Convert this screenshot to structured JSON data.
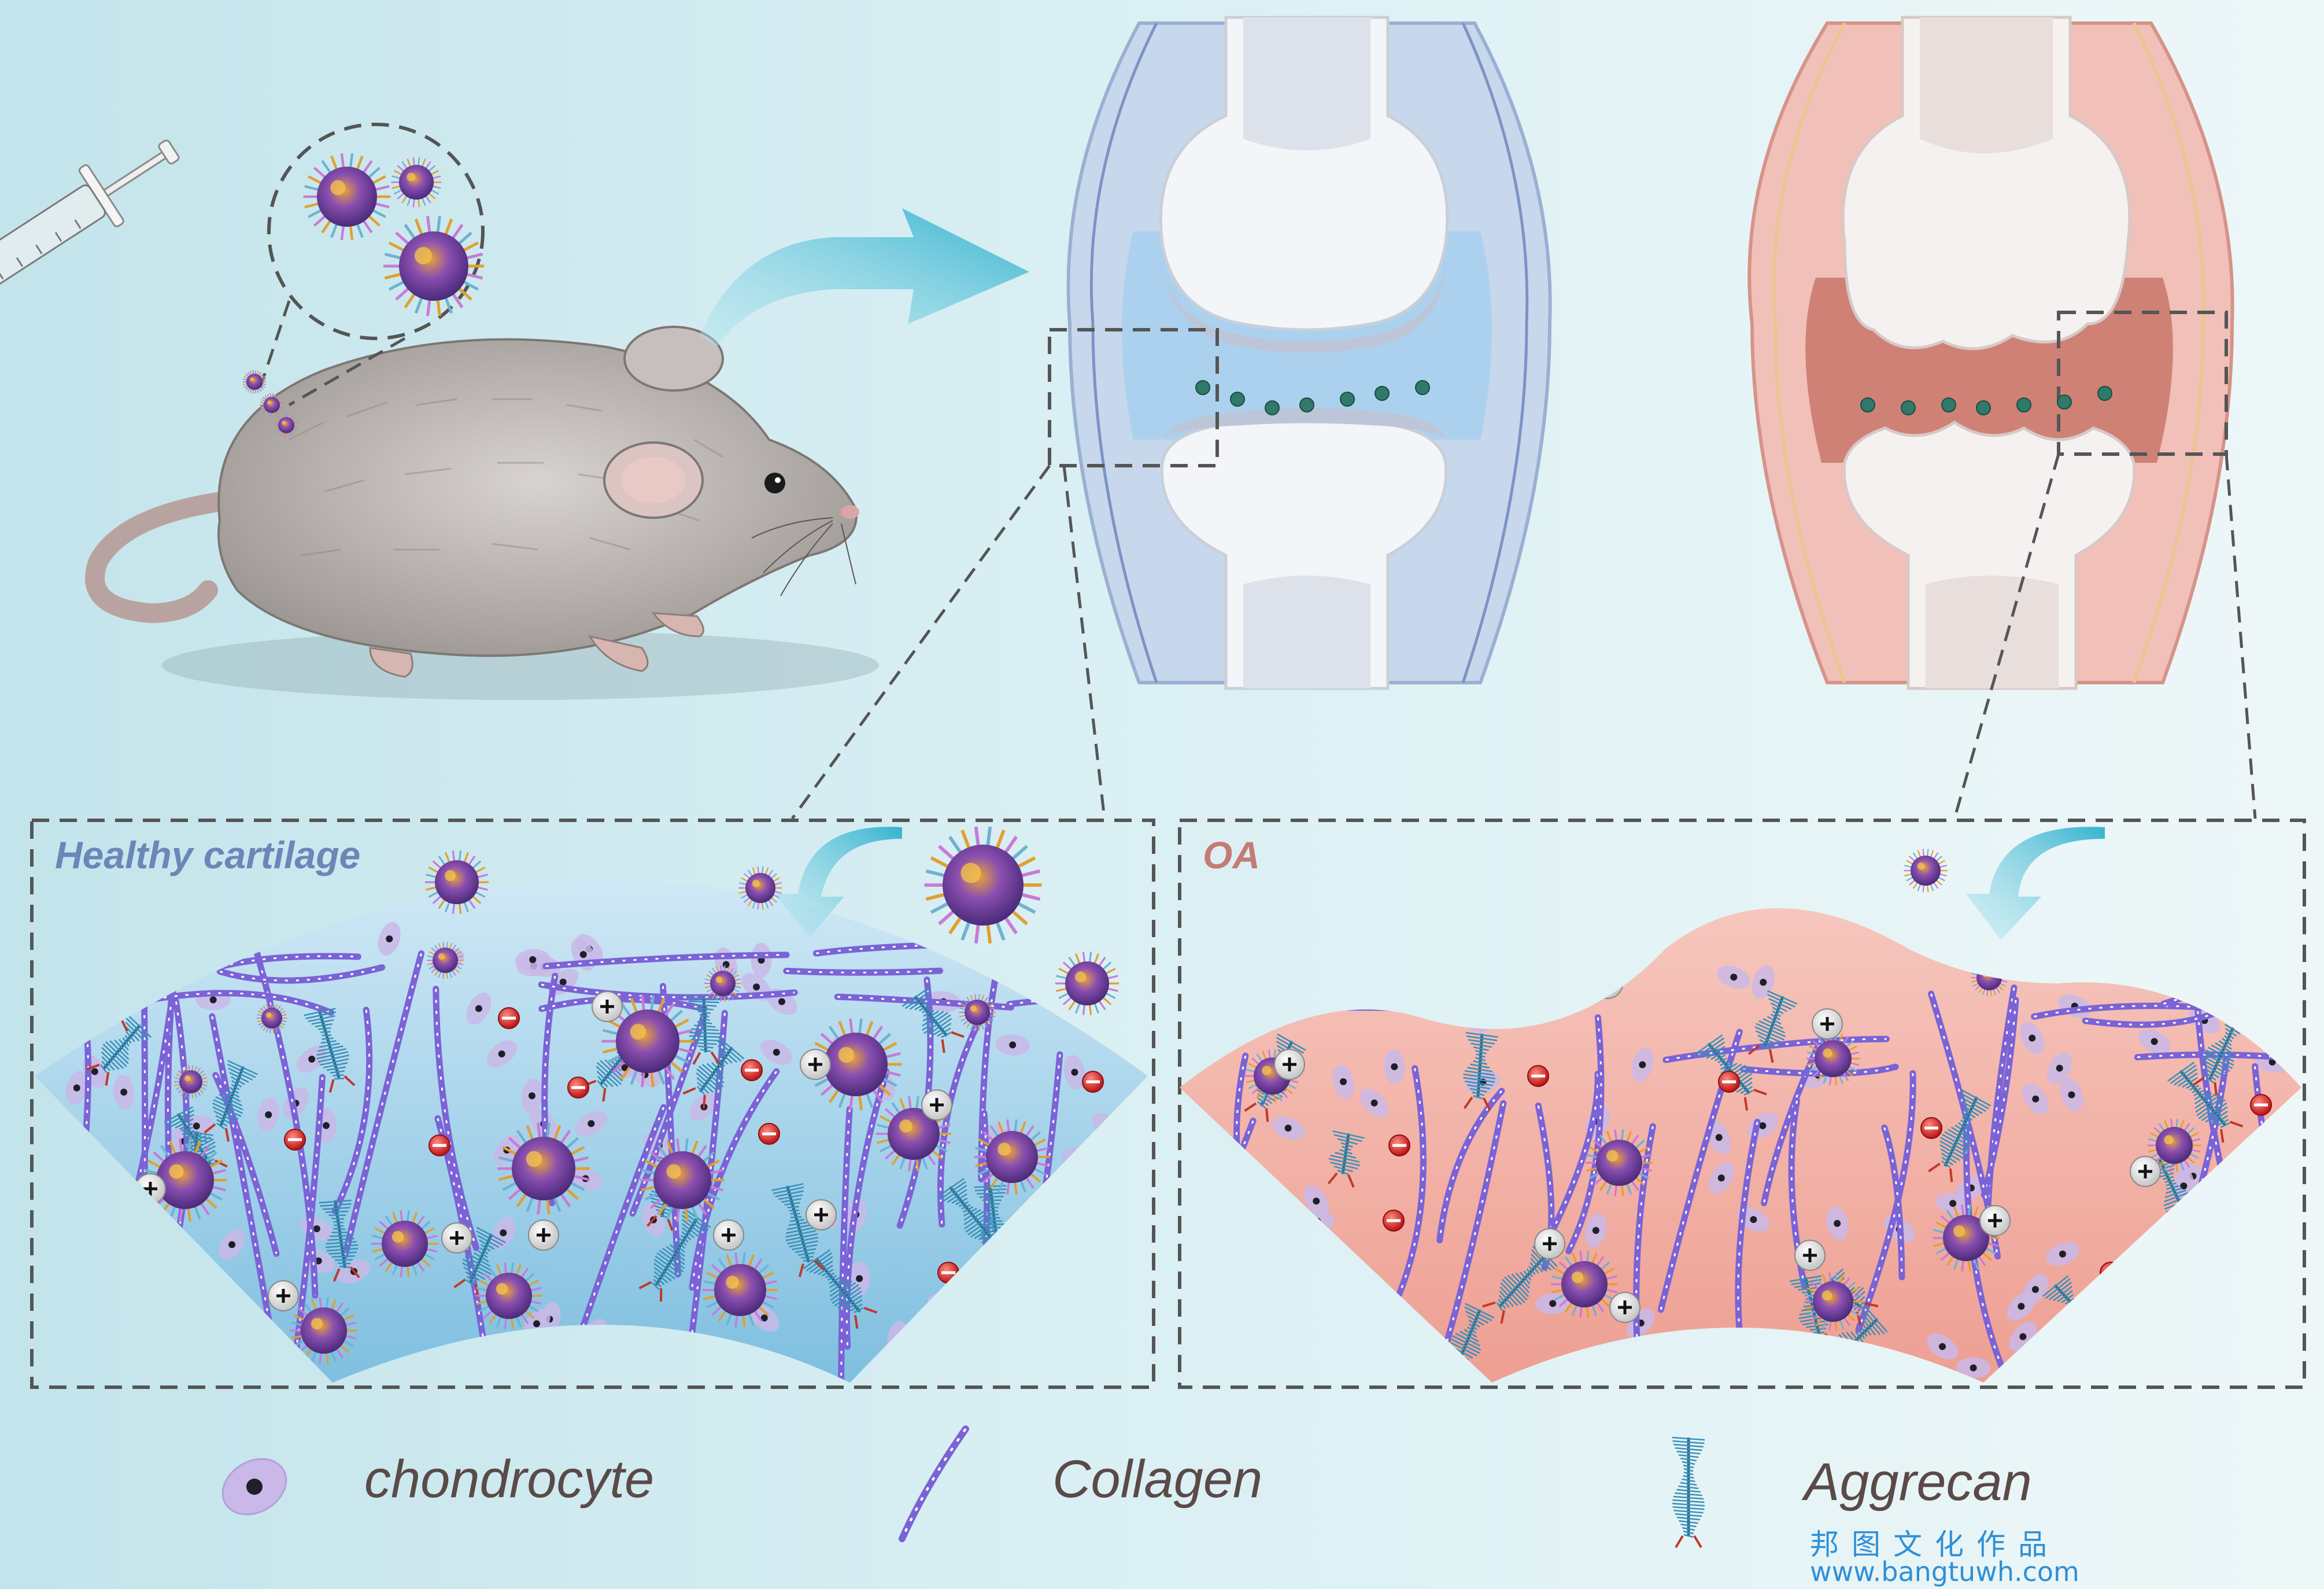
{
  "panels": {
    "healthy": {
      "title": "Healthy cartilage"
    },
    "oa": {
      "title": "OA"
    }
  },
  "legend": {
    "chondrocyte": "chondrocyte",
    "collagen": "Collagen",
    "aggrecan": "Aggrecan"
  },
  "watermark": {
    "cn": "邦图文化作品",
    "url": "www.bangtuwh.com"
  },
  "colors": {
    "healthy_title": "#6b86b8",
    "oa_title": "#c47c74",
    "legend_text": "#5a4a48",
    "watermark": "#2f8fd6",
    "arrow": "#4fb8d4",
    "healthy_tissue": "#8cc6e4",
    "oa_tissue": "#f0a89c",
    "collagen": "#7b63d6",
    "aggrecan": "#3b8fb8",
    "chondrocyte": "#c9b8e8",
    "nanoparticle": "#7a4aa6",
    "negative_charge": "#d03030"
  }
}
